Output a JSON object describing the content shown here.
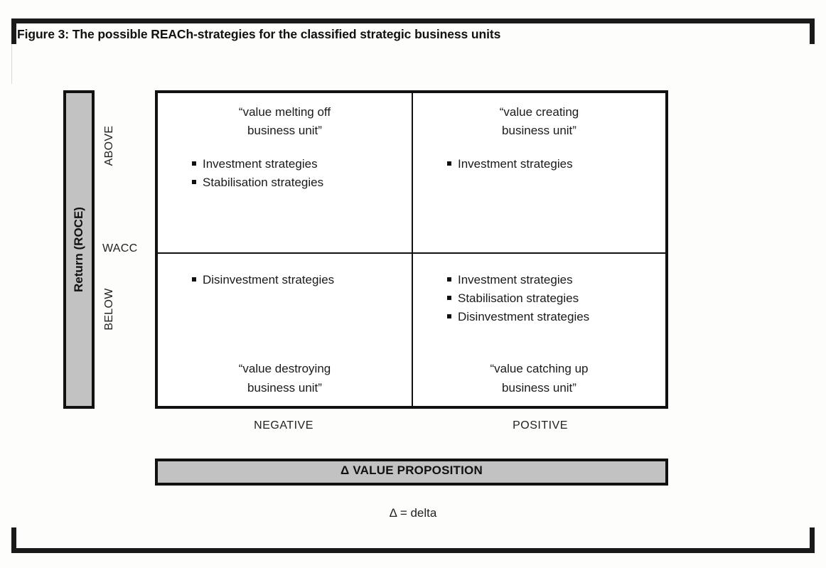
{
  "figure": {
    "title": "Figure 3: The possible REACh-strategies for the classified strategic business units",
    "footnote": "Δ = delta"
  },
  "axes": {
    "y": {
      "title": "Return (ROCE)",
      "ticks": {
        "above": "ABOVE",
        "middle": "WACC",
        "below": "BELOW"
      }
    },
    "x": {
      "title": "Δ VALUE PROPOSITION",
      "ticks": {
        "left": "NEGATIVE",
        "right": "POSITIVE"
      }
    }
  },
  "matrix": {
    "quadrants": [
      {
        "position": "top-left",
        "label": "“value melting off\nbusiness unit”",
        "label_line1": "“value melting off",
        "label_line2": "business unit”",
        "label_position": "top",
        "strategies": [
          "Investment strategies",
          "Stabilisation strategies"
        ]
      },
      {
        "position": "top-right",
        "label_line1": "“value creating",
        "label_line2": "business unit”",
        "label_position": "top",
        "strategies": [
          "Investment strategies"
        ]
      },
      {
        "position": "bottom-left",
        "label_line1": "“value destroying",
        "label_line2": "business unit”",
        "label_position": "bottom",
        "strategies": [
          "Disinvestment strategies"
        ]
      },
      {
        "position": "bottom-right",
        "label_line1": "“value catching up",
        "label_line2": "business unit”",
        "label_position": "bottom",
        "strategies": [
          "Investment strategies",
          "Stabilisation strategies",
          "Disinvestment strategies"
        ]
      }
    ]
  },
  "colors": {
    "axis_fill": "#c2c2c2",
    "line": "#111111",
    "page_background": "#fdfdfb"
  }
}
